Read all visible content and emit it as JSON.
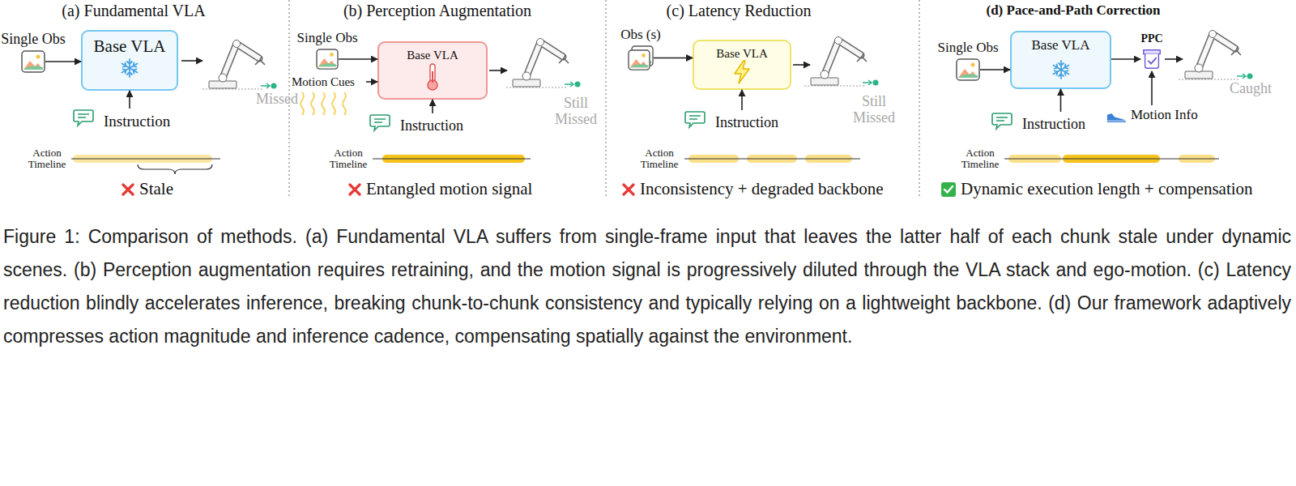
{
  "diagram": {
    "caption": "Figure 1: Comparison of methods. (a) Fundamental VLA suffers from single-frame input that leaves the latter half of each chunk stale under dynamic scenes. (b) Perception augmentation requires retraining, and the motion signal is progressively diluted through the VLA stack and ego-motion. (c) Latency reduction blindly accelerates inference, breaking chunk-to-chunk consistency and typically relying on a lightweight backbone. (d) Our framework adaptively compresses action magnitude and inference cadence, compensating spatially against the environment.",
    "nodes": [
      {
        "text": [
          "Single Obs"
        ]
      },
      {
        "text": [
          "Base VLA"
        ]
      },
      {
        "text": [
          "Instruction"
        ]
      },
      {
        "text": [
          "Single Obs"
        ]
      },
      {
        "text": [
          "Motion Cues"
        ]
      },
      {
        "text": [
          "Base VLA"
        ]
      },
      {
        "text": [
          "Instruction"
        ]
      },
      {
        "text": [
          "Obs (s)"
        ]
      },
      {
        "text": [
          "Base VLA"
        ]
      },
      {
        "text": [
          "Instruction"
        ]
      },
      {
        "text": [
          "Single Obs"
        ]
      },
      {
        "text": [
          "Base VLA"
        ]
      },
      {
        "text": [
          "PPC"
        ]
      },
      {
        "text": [
          "Motion Info"
        ]
      },
      {
        "text": [
          "Instruction"
        ]
      }
    ],
    "edges": [
      {
        "from": 0,
        "to": 1,
        "arrow": "to"
      },
      {
        "from": 2,
        "to": 1,
        "arrow": "to"
      },
      {
        "from": 3,
        "to": 5,
        "arrow": "to"
      },
      {
        "from": 4,
        "to": 5,
        "arrow": "to"
      },
      {
        "from": 6,
        "to": 5,
        "arrow": "to"
      },
      {
        "from": 7,
        "to": 8,
        "arrow": "to"
      },
      {
        "from": 9,
        "to": 8,
        "arrow": "to"
      },
      {
        "from": 10,
        "to": 11,
        "arrow": "to"
      },
      {
        "from": 11,
        "to": 12,
        "arrow": "to"
      },
      {
        "from": 13,
        "to": 12,
        "arrow": "to"
      },
      {
        "from": 14,
        "to": 11,
        "arrow": "to"
      }
    ],
    "labels": [
      "(a) Fundamental VLA",
      "(b) Perception Augmentation",
      "(c) Latency Reduction",
      "(d) Pace-and-Path Correction",
      "Missed",
      "Still Missed",
      "Still Missed",
      "Caught",
      "Action Timeline",
      "Action Timeline",
      "Action Timeline",
      "Action Timeline",
      "Stale",
      "Entangled motion signal",
      "Inconsistency + degraded backbone",
      "Dynamic execution length + compensation"
    ]
  }
}
